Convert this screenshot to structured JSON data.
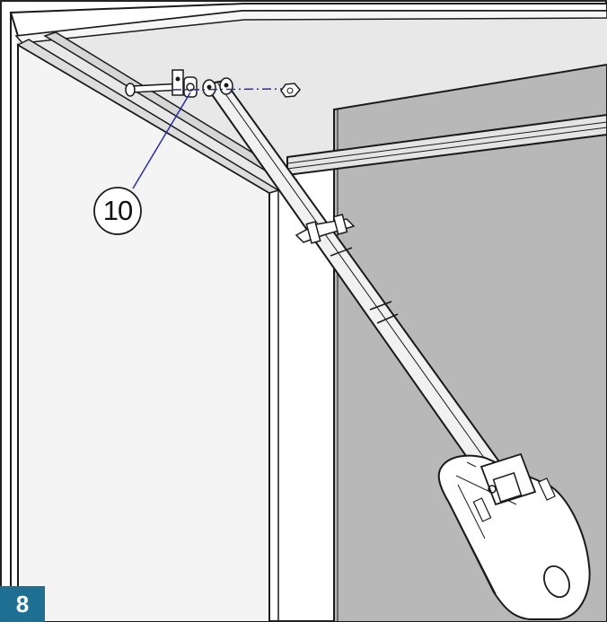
{
  "figure": {
    "step_number": "8",
    "callout_label": "10",
    "colors": {
      "ceiling": "#e6e6e6",
      "wall": "#f3f3f3",
      "door_panel": "#b8b8b8",
      "rail": "#dcdcdc",
      "outline": "#1a1a1a",
      "leader_line": "#2c2ca8",
      "step_badge": "#1f6f93"
    },
    "components": [
      "ceiling",
      "side-wall",
      "garage-door-panel",
      "door-track-rail",
      "operator-rail",
      "operator-motor-unit",
      "header-bracket",
      "clevis-pin",
      "hex-nut"
    ]
  }
}
